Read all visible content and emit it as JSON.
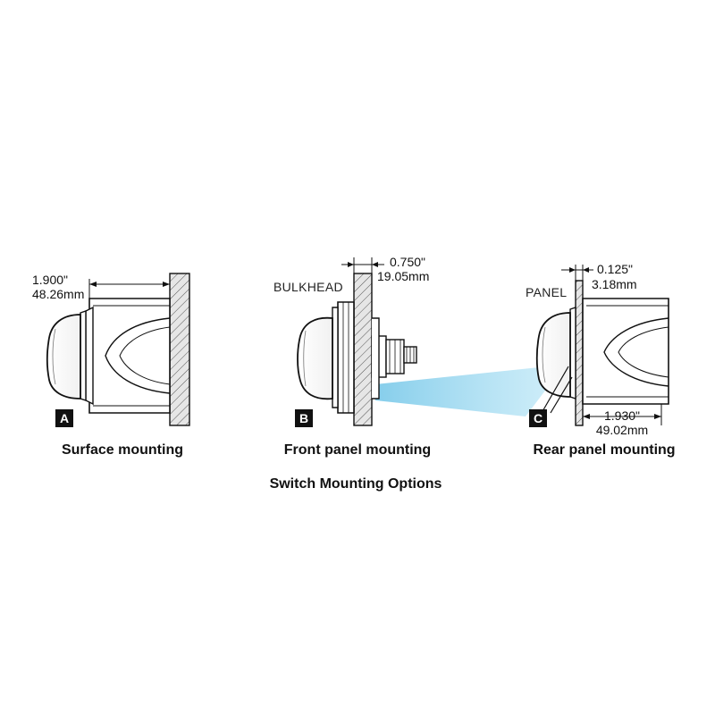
{
  "figure_title": "Switch Mounting Options",
  "panels": [
    {
      "badge": "A",
      "caption": "Surface mounting",
      "dim_in": "1.900\"",
      "dim_mm": "48.26mm"
    },
    {
      "badge": "B",
      "caption": "Front panel mounting",
      "label": "BULKHEAD",
      "dim_in": "0.750\"",
      "dim_mm": "19.05mm"
    },
    {
      "badge": "C",
      "caption": "Rear panel mounting",
      "label": "PANEL",
      "dim_in": "0.125\"",
      "dim_mm": "3.18mm",
      "dim2_in": "1.930\"",
      "dim2_mm": "49.02mm"
    }
  ],
  "colors": {
    "line": "#111111",
    "badge_bg": "#111111",
    "beam": "#8fd3ee",
    "wall_fill": "#d9d9d9"
  }
}
